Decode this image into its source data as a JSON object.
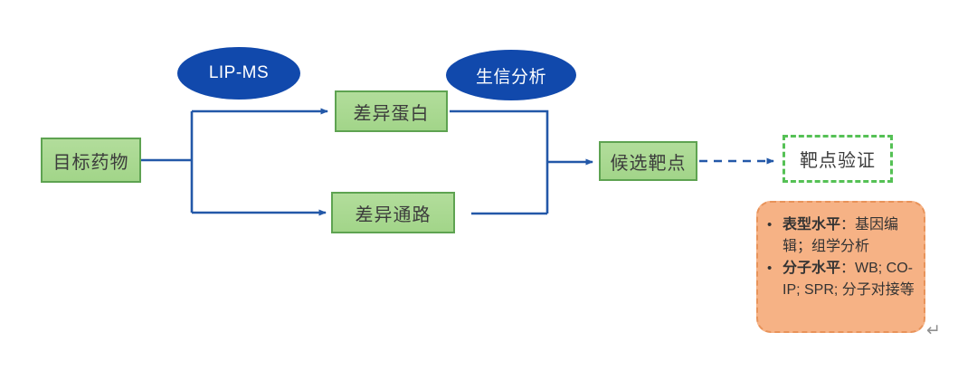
{
  "diagram": {
    "nodes": {
      "target_drug": {
        "label": "目标药物"
      },
      "diff_protein": {
        "label": "差异蛋白"
      },
      "diff_pathway": {
        "label": "差异通路"
      },
      "candidate_target": {
        "label": "候选靶点"
      },
      "target_validation": {
        "label": "靶点验证"
      }
    },
    "ellipses": {
      "lip_ms": {
        "label": "LIP-MS"
      },
      "bioinfo": {
        "label": "生信分析"
      }
    },
    "validation_methods": {
      "bullet": "•",
      "items": [
        {
          "bold": "表型水平",
          "rest": "：基因编辑；组学分析"
        },
        {
          "bold": "分子水平",
          "rest": "：WB; CO-IP; SPR; 分子对接等"
        }
      ]
    },
    "return_mark": "↵"
  },
  "colors": {
    "connector": "#2358A8",
    "ellipse_fill": "#1149AC",
    "node_fill": "#A6D88F",
    "node_border": "#5EA351",
    "validation_border": "#55C155",
    "methods_fill": "#F6B285",
    "methods_border": "#E8935A",
    "label_text": "#3C3C3C"
  }
}
